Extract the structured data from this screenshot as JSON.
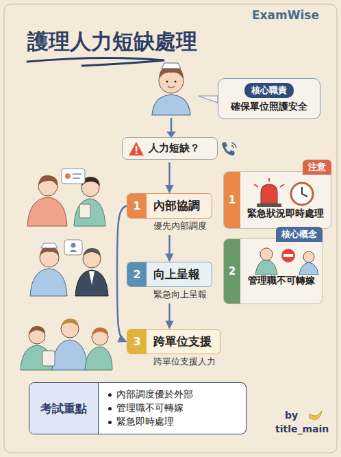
{
  "diagram": {
    "title": "護理人力短缺處理",
    "nodes": [
      {
        "text": [
          "核心職責",
          "確保單位照護安全"
        ]
      },
      {
        "text": [
          "人力短缺？"
        ]
      },
      {
        "text": [
          "1",
          "內部協調",
          "優先內部調度"
        ]
      },
      {
        "text": [
          "2",
          "向上呈報",
          "緊急向上呈報"
        ]
      },
      {
        "text": [
          "3",
          "跨單位支援",
          "跨單位支援人力"
        ]
      },
      {
        "text": [
          "注意",
          "1",
          "緊急狀況即時處理"
        ]
      },
      {
        "text": [
          "核心概念",
          "2",
          "管理職不可轉嫁"
        ]
      },
      {
        "text": [
          "考試重點",
          "內部調度優於外部",
          "管理職不可轉嫁",
          "緊急即時處理"
        ]
      }
    ],
    "edges": [
      {
        "from": 1,
        "to": 2,
        "arrow": "to"
      },
      {
        "from": 2,
        "to": 3,
        "arrow": "to"
      },
      {
        "from": 3,
        "to": 4,
        "arrow": "to"
      },
      {
        "from": 2,
        "to": 4,
        "arrow": "to"
      }
    ],
    "labels": [
      "ExamWise",
      "by",
      "title_main"
    ]
  }
}
